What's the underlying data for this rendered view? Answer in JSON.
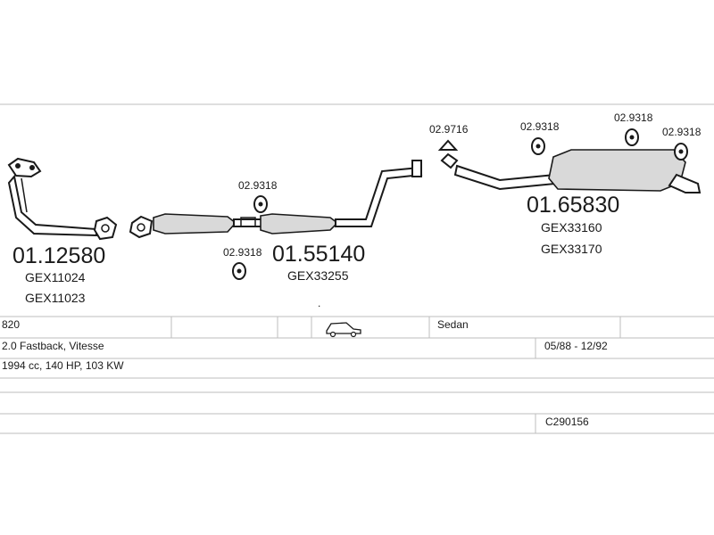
{
  "diagram": {
    "parts": [
      {
        "id": "front-pipe",
        "number": "01.12580",
        "oe": [
          "GEX11024",
          "GEX11023"
        ]
      },
      {
        "id": "middle-silencer",
        "number": "01.55140",
        "oe": [
          "GEX33255"
        ]
      },
      {
        "id": "rear-silencer",
        "number": "01.65830",
        "oe": [
          "GEX33160",
          "GEX33170"
        ]
      }
    ],
    "hardware": {
      "mid_upper": "02.9318",
      "mid_lower": "02.9318",
      "rear_gasket": "02.9716",
      "rear_1": "02.9318",
      "rear_2": "02.9318",
      "rear_3": "02.9318"
    },
    "dot": "."
  },
  "table": {
    "row1": {
      "model": "820",
      "body": "Sedan"
    },
    "row2": {
      "engine": "2.0 Fastback, Vitesse",
      "years": "05/88 - 12/92"
    },
    "row3": {
      "specs": "1994 cc, 140 HP, 103 KW"
    },
    "row5": {
      "code": "C290156"
    }
  },
  "icons": {
    "car": "sedan-car-icon"
  },
  "colors": {
    "rule": "#bdbdbd",
    "ink": "#1a1a1a",
    "pipe_fill": "#d9d9d9"
  }
}
